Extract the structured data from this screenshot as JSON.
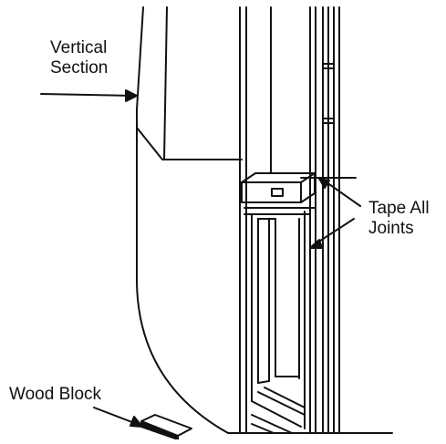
{
  "labels": {
    "vertical_section_line1": "Vertical",
    "vertical_section_line2": "Section",
    "tape_all_joints_line1": "Tape All",
    "tape_all_joints_line2": "Joints",
    "wood_block": "Wood Block"
  },
  "colors": {
    "ink": "#111111",
    "background": "#ffffff"
  }
}
